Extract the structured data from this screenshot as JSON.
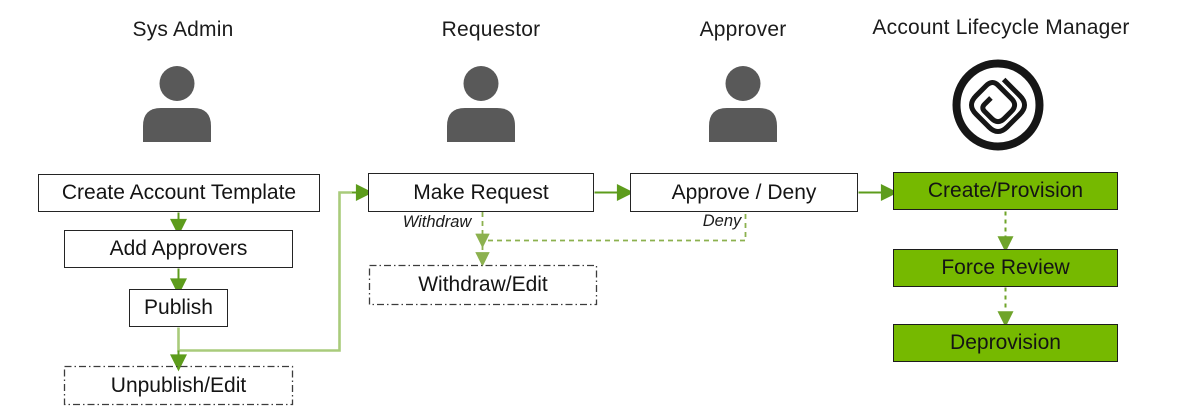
{
  "colors": {
    "box_green_fill": "#76b900",
    "arrow_solid_green": "#5d9c1c",
    "arrow_light_green": "#a9cb7b",
    "arrow_dashed_olive": "#8cb14f",
    "arrow_dashed_green": "#6fa42a",
    "person_icon_gray": "#595959",
    "border_black": "#242424"
  },
  "lanes": [
    {
      "title": "Sys Admin",
      "icon": "person-icon",
      "boxes": [
        {
          "label": "Create Account Template",
          "style": "solid"
        },
        {
          "label": "Add Approvers",
          "style": "solid"
        },
        {
          "label": "Publish",
          "style": "solid"
        },
        {
          "label": "Unpublish/Edit",
          "style": "dashed"
        }
      ]
    },
    {
      "title": "Requestor",
      "icon": "person-icon",
      "edge_label": "Withdraw",
      "boxes": [
        {
          "label": "Make Request",
          "style": "solid"
        },
        {
          "label": "Withdraw/Edit",
          "style": "dashed"
        }
      ]
    },
    {
      "title": "Approver",
      "icon": "person-icon",
      "edge_label": "Deny",
      "boxes": [
        {
          "label": "Approve / Deny",
          "style": "solid"
        }
      ]
    },
    {
      "title": "Account Lifecycle Manager",
      "icon": "account-lifecycle-manager-logo-icon",
      "boxes": [
        {
          "label": "Create/Provision",
          "style": "green"
        },
        {
          "label": "Force Review",
          "style": "green"
        },
        {
          "label": "Deprovision",
          "style": "green"
        }
      ]
    }
  ]
}
